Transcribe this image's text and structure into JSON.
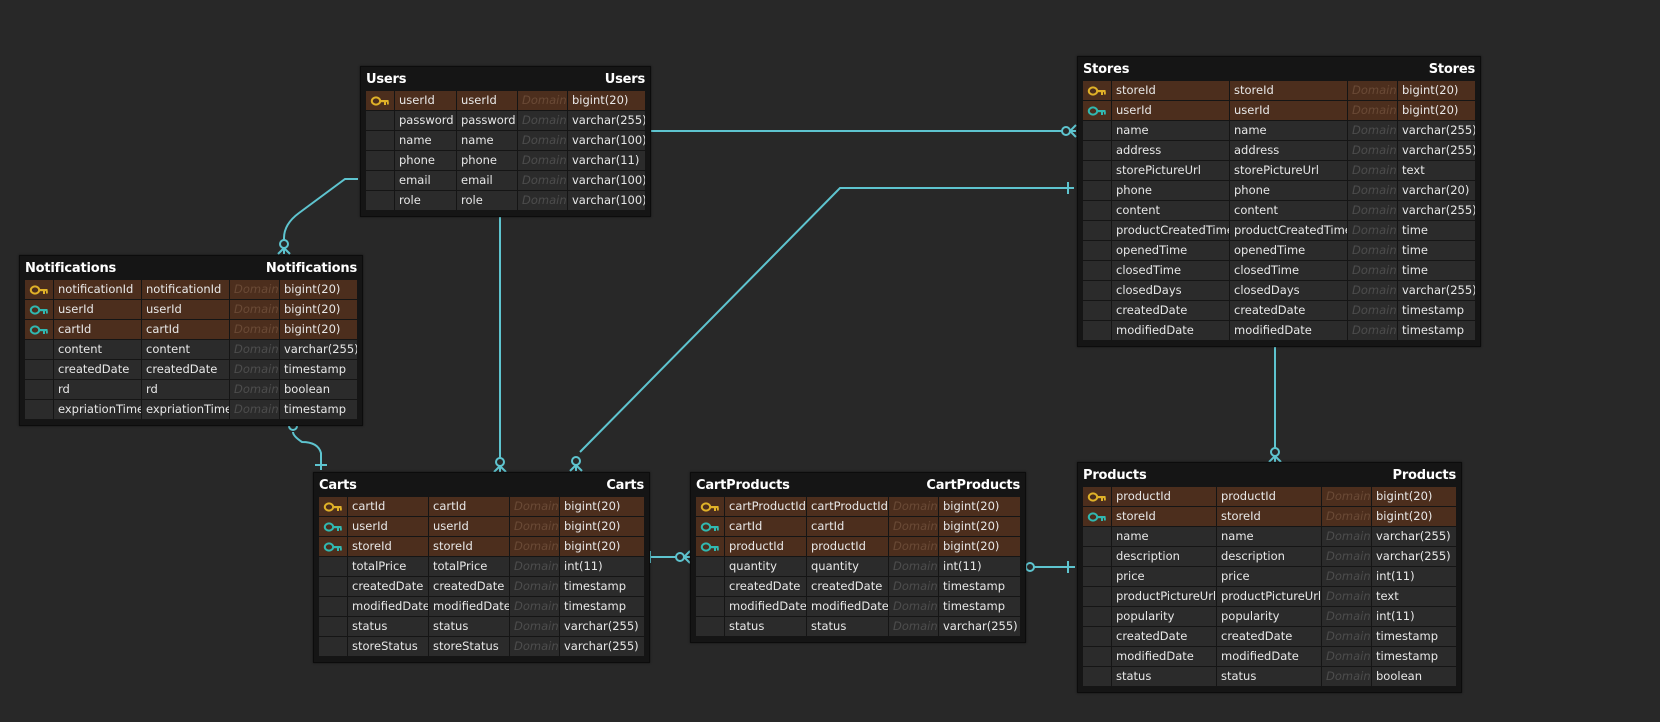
{
  "colors": {
    "background": "#282828",
    "connector": "#5ec4cf",
    "primary_key": "#e0b128",
    "foreign_key": "#31b8b0",
    "key_row": "#4c2e1d"
  },
  "entities": [
    {
      "id": "users",
      "title_left": "Users",
      "title_right": "Users",
      "rows": [
        {
          "key": "primary-key-icon",
          "name": "userId",
          "logical": "userId",
          "domain": "Domain",
          "type": "bigint(20)"
        },
        {
          "key": "",
          "name": "password",
          "logical": "password",
          "domain": "Domain",
          "type": "varchar(255)"
        },
        {
          "key": "",
          "name": "name",
          "logical": "name",
          "domain": "Domain",
          "type": "varchar(100)"
        },
        {
          "key": "",
          "name": "phone",
          "logical": "phone",
          "domain": "Domain",
          "type": "varchar(11)"
        },
        {
          "key": "",
          "name": "email",
          "logical": "email",
          "domain": "Domain",
          "type": "varchar(100)"
        },
        {
          "key": "",
          "name": "role",
          "logical": "role",
          "domain": "Domain",
          "type": "varchar(100)"
        }
      ]
    },
    {
      "id": "stores",
      "title_left": "Stores",
      "title_right": "Stores",
      "rows": [
        {
          "key": "primary-key-icon",
          "name": "storeId",
          "logical": "storeId",
          "domain": "Domain",
          "type": "bigint(20)"
        },
        {
          "key": "foreign-key-icon",
          "name": "userId",
          "logical": "userId",
          "domain": "Domain",
          "type": "bigint(20)"
        },
        {
          "key": "",
          "name": "name",
          "logical": "name",
          "domain": "Domain",
          "type": "varchar(255)"
        },
        {
          "key": "",
          "name": "address",
          "logical": "address",
          "domain": "Domain",
          "type": "varchar(255)"
        },
        {
          "key": "",
          "name": "storePictureUrl",
          "logical": "storePictureUrl",
          "domain": "Domain",
          "type": "text"
        },
        {
          "key": "",
          "name": "phone",
          "logical": "phone",
          "domain": "Domain",
          "type": "varchar(20)"
        },
        {
          "key": "",
          "name": "content",
          "logical": "content",
          "domain": "Domain",
          "type": "varchar(255)"
        },
        {
          "key": "",
          "name": "productCreatedTime",
          "logical": "productCreatedTime",
          "domain": "Domain",
          "type": "time"
        },
        {
          "key": "",
          "name": "openedTime",
          "logical": "openedTime",
          "domain": "Domain",
          "type": "time"
        },
        {
          "key": "",
          "name": "closedTime",
          "logical": "closedTime",
          "domain": "Domain",
          "type": "time"
        },
        {
          "key": "",
          "name": "closedDays",
          "logical": "closedDays",
          "domain": "Domain",
          "type": "varchar(255)"
        },
        {
          "key": "",
          "name": "createdDate",
          "logical": "createdDate",
          "domain": "Domain",
          "type": "timestamp"
        },
        {
          "key": "",
          "name": "modifiedDate",
          "logical": "modifiedDate",
          "domain": "Domain",
          "type": "timestamp"
        }
      ]
    },
    {
      "id": "notifications",
      "title_left": "Notifications",
      "title_right": "Notifications",
      "rows": [
        {
          "key": "primary-key-icon",
          "name": "notificationId",
          "logical": "notificationId",
          "domain": "Domain",
          "type": "bigint(20)"
        },
        {
          "key": "foreign-key-icon",
          "name": "userId",
          "logical": "userId",
          "domain": "Domain",
          "type": "bigint(20)"
        },
        {
          "key": "foreign-key-icon",
          "name": "cartId",
          "logical": "cartId",
          "domain": "Domain",
          "type": "bigint(20)"
        },
        {
          "key": "",
          "name": "content",
          "logical": "content",
          "domain": "Domain",
          "type": "varchar(255)"
        },
        {
          "key": "",
          "name": "createdDate",
          "logical": "createdDate",
          "domain": "Domain",
          "type": "timestamp"
        },
        {
          "key": "",
          "name": "rd",
          "logical": "rd",
          "domain": "Domain",
          "type": "boolean"
        },
        {
          "key": "",
          "name": "expriationTime",
          "logical": "expriationTime",
          "domain": "Domain",
          "type": "timestamp"
        }
      ]
    },
    {
      "id": "carts",
      "title_left": "Carts",
      "title_right": "Carts",
      "rows": [
        {
          "key": "primary-key-icon",
          "name": "cartId",
          "logical": "cartId",
          "domain": "Domain",
          "type": "bigint(20)"
        },
        {
          "key": "foreign-key-icon",
          "name": "userId",
          "logical": "userId",
          "domain": "Domain",
          "type": "bigint(20)"
        },
        {
          "key": "foreign-key-icon",
          "name": "storeId",
          "logical": "storeId",
          "domain": "Domain",
          "type": "bigint(20)"
        },
        {
          "key": "",
          "name": "totalPrice",
          "logical": "totalPrice",
          "domain": "Domain",
          "type": "int(11)"
        },
        {
          "key": "",
          "name": "createdDate",
          "logical": "createdDate",
          "domain": "Domain",
          "type": "timestamp"
        },
        {
          "key": "",
          "name": "modifiedDate",
          "logical": "modifiedDate",
          "domain": "Domain",
          "type": "timestamp"
        },
        {
          "key": "",
          "name": "status",
          "logical": "status",
          "domain": "Domain",
          "type": "varchar(255)"
        },
        {
          "key": "",
          "name": "storeStatus",
          "logical": "storeStatus",
          "domain": "Domain",
          "type": "varchar(255)"
        }
      ]
    },
    {
      "id": "cartproducts",
      "title_left": "CartProducts",
      "title_right": "CartProducts",
      "rows": [
        {
          "key": "primary-key-icon",
          "name": "cartProductId",
          "logical": "cartProductId",
          "domain": "Domain",
          "type": "bigint(20)"
        },
        {
          "key": "foreign-key-icon",
          "name": "cartId",
          "logical": "cartId",
          "domain": "Domain",
          "type": "bigint(20)"
        },
        {
          "key": "foreign-key-icon",
          "name": "productId",
          "logical": "productId",
          "domain": "Domain",
          "type": "bigint(20)"
        },
        {
          "key": "",
          "name": "quantity",
          "logical": "quantity",
          "domain": "Domain",
          "type": "int(11)"
        },
        {
          "key": "",
          "name": "createdDate",
          "logical": "createdDate",
          "domain": "Domain",
          "type": "timestamp"
        },
        {
          "key": "",
          "name": "modifiedDate",
          "logical": "modifiedDate",
          "domain": "Domain",
          "type": "timestamp"
        },
        {
          "key": "",
          "name": "status",
          "logical": "status",
          "domain": "Domain",
          "type": "varchar(255)"
        }
      ]
    },
    {
      "id": "products",
      "title_left": "Products",
      "title_right": "Products",
      "rows": [
        {
          "key": "primary-key-icon",
          "name": "productId",
          "logical": "productId",
          "domain": "Domain",
          "type": "bigint(20)"
        },
        {
          "key": "foreign-key-icon",
          "name": "storeId",
          "logical": "storeId",
          "domain": "Domain",
          "type": "bigint(20)"
        },
        {
          "key": "",
          "name": "name",
          "logical": "name",
          "domain": "Domain",
          "type": "varchar(255)"
        },
        {
          "key": "",
          "name": "description",
          "logical": "description",
          "domain": "Domain",
          "type": "varchar(255)"
        },
        {
          "key": "",
          "name": "price",
          "logical": "price",
          "domain": "Domain",
          "type": "int(11)"
        },
        {
          "key": "",
          "name": "productPictureUrl",
          "logical": "productPictureUrl",
          "domain": "Domain",
          "type": "text"
        },
        {
          "key": "",
          "name": "popularity",
          "logical": "popularity",
          "domain": "Domain",
          "type": "int(11)"
        },
        {
          "key": "",
          "name": "createdDate",
          "logical": "createdDate",
          "domain": "Domain",
          "type": "timestamp"
        },
        {
          "key": "",
          "name": "modifiedDate",
          "logical": "modifiedDate",
          "domain": "Domain",
          "type": "timestamp"
        },
        {
          "key": "",
          "name": "status",
          "logical": "status",
          "domain": "Domain",
          "type": "boolean"
        }
      ]
    }
  ],
  "relationships": [
    {
      "from": "users",
      "to": "stores",
      "from_end": "one",
      "to_end": "zero-or-many"
    },
    {
      "from": "users",
      "to": "notifications",
      "from_end": "one",
      "to_end": "zero-or-many"
    },
    {
      "from": "users",
      "to": "carts",
      "from_end": "one",
      "to_end": "zero-or-many"
    },
    {
      "from": "stores",
      "to": "carts",
      "from_end": "one",
      "to_end": "zero-or-many"
    },
    {
      "from": "stores",
      "to": "products",
      "from_end": "one",
      "to_end": "zero-or-many"
    },
    {
      "from": "carts",
      "to": "notifications",
      "from_end": "one",
      "to_end": "zero-or-many"
    },
    {
      "from": "carts",
      "to": "cartproducts",
      "from_end": "one",
      "to_end": "zero-or-many"
    },
    {
      "from": "products",
      "to": "cartproducts",
      "from_end": "one",
      "to_end": "zero-or-many"
    }
  ]
}
